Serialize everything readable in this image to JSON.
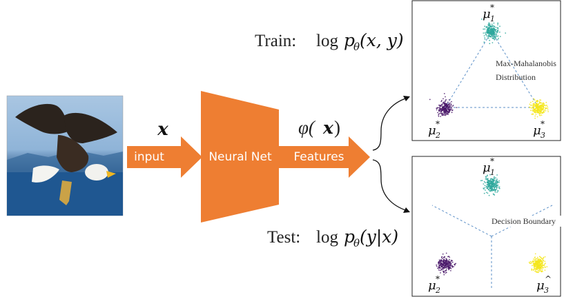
{
  "arrows": {
    "input_label": "input",
    "features_label": "Features"
  },
  "network": {
    "label": "Neural Net",
    "fill": "#ee7e32"
  },
  "math": {
    "x_symbol": "x",
    "phi_func": "φ(",
    "phi_arg": "x",
    "phi_close": ")"
  },
  "train": {
    "prefix": "Train:",
    "log": "log",
    "p": "p",
    "theta": "θ",
    "args": "(x, y)",
    "plot": {
      "annotation_line1": "Max-Mahalanobis",
      "annotation_line2": "Distribution",
      "mu1": "μ",
      "mu1_sub": "1",
      "mu2": "μ",
      "mu2_sub": "2",
      "mu3": "μ",
      "mu3_sub": "3",
      "star": "*"
    }
  },
  "test": {
    "prefix": "Test:",
    "log": "log",
    "p": "p",
    "theta": "θ",
    "args": "(y|x)",
    "plot": {
      "annotation": "Decision Boundary",
      "mu1": "μ",
      "mu1_sub": "1",
      "mu2": "μ",
      "mu2_sub": "2",
      "mu3": "μ",
      "mu3_sub": "3",
      "star": "*",
      "hat": "^"
    }
  },
  "colors": {
    "orange": "#ee7e32",
    "cluster1": "#2ea89c",
    "cluster2": "#4b1a6b",
    "cluster3": "#f5e61c",
    "dashed": "#5b8fc7"
  }
}
